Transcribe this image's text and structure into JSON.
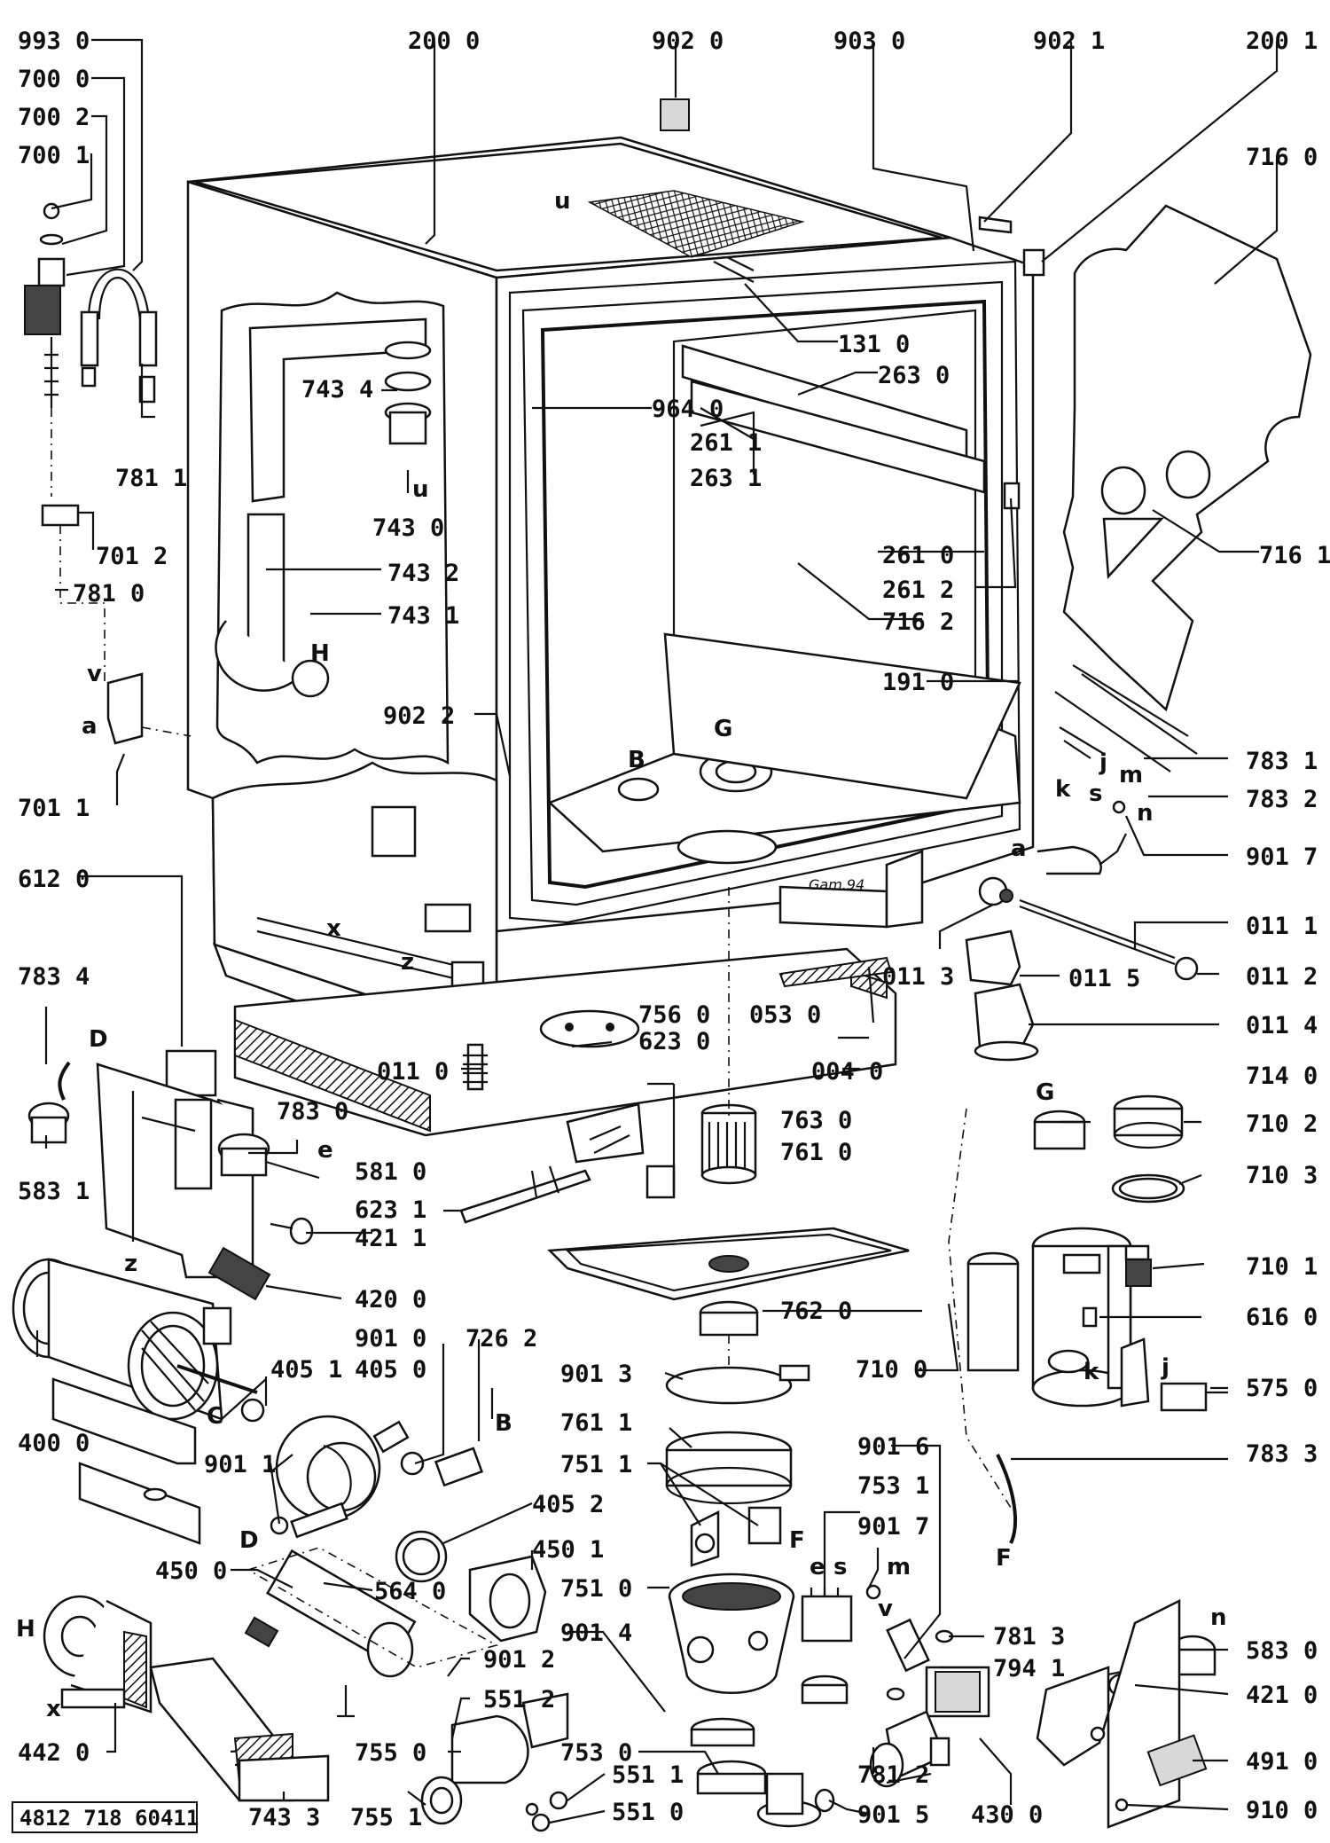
{
  "reference_number": "4812 718 60411",
  "callouts": [
    {
      "id": "c9930",
      "text": "993 0"
    },
    {
      "id": "c7000",
      "text": "700 0"
    },
    {
      "id": "c7002",
      "text": "700 2"
    },
    {
      "id": "c7001",
      "text": "700 1"
    },
    {
      "id": "c2000",
      "text": "200 0"
    },
    {
      "id": "c9020",
      "text": "902 0"
    },
    {
      "id": "c9030",
      "text": "903 0"
    },
    {
      "id": "c9021",
      "text": "902 1"
    },
    {
      "id": "c2001",
      "text": "200 1"
    },
    {
      "id": "c7160",
      "text": "716 0"
    },
    {
      "id": "c7434",
      "text": "743 4"
    },
    {
      "id": "c1310",
      "text": "131 0"
    },
    {
      "id": "c2630",
      "text": "263 0"
    },
    {
      "id": "c9640",
      "text": "964 0"
    },
    {
      "id": "c2611",
      "text": "261 1"
    },
    {
      "id": "c2631",
      "text": "263 1"
    },
    {
      "id": "c7811",
      "text": "781 1"
    },
    {
      "id": "c7430",
      "text": "743 0"
    },
    {
      "id": "c7012",
      "text": "701 2"
    },
    {
      "id": "c7810",
      "text": "781 0"
    },
    {
      "id": "c7432",
      "text": "743 2"
    },
    {
      "id": "c7431",
      "text": "743 1"
    },
    {
      "id": "c2610",
      "text": "261 0"
    },
    {
      "id": "c2612",
      "text": "261 2"
    },
    {
      "id": "c7162",
      "text": "716 2"
    },
    {
      "id": "c7161",
      "text": "716 1"
    },
    {
      "id": "c1910",
      "text": "191 0"
    },
    {
      "id": "c9022",
      "text": "902 2"
    },
    {
      "id": "c7831",
      "text": "783 1"
    },
    {
      "id": "c7832",
      "text": "783 2"
    },
    {
      "id": "c7011",
      "text": "701 1"
    },
    {
      "id": "c9017a",
      "text": "901 7"
    },
    {
      "id": "c6120",
      "text": "612 0"
    },
    {
      "id": "c0111",
      "text": "011 1"
    },
    {
      "id": "c0113",
      "text": "011 3"
    },
    {
      "id": "c0115",
      "text": "011 5"
    },
    {
      "id": "c0112",
      "text": "011 2"
    },
    {
      "id": "c7834",
      "text": "783 4"
    },
    {
      "id": "c7560",
      "text": "756 0"
    },
    {
      "id": "c0530",
      "text": "053 0"
    },
    {
      "id": "c6230",
      "text": "623 0"
    },
    {
      "id": "c0114",
      "text": "011 4"
    },
    {
      "id": "c0110",
      "text": "011 0"
    },
    {
      "id": "c0040",
      "text": "004 0"
    },
    {
      "id": "c7830",
      "text": "783 0"
    },
    {
      "id": "c7140",
      "text": "714 0"
    },
    {
      "id": "c7630",
      "text": "763 0"
    },
    {
      "id": "c7610",
      "text": "761 0"
    },
    {
      "id": "c7102",
      "text": "710 2"
    },
    {
      "id": "c5831",
      "text": "583 1"
    },
    {
      "id": "c5810",
      "text": "581 0"
    },
    {
      "id": "c6231",
      "text": "623 1"
    },
    {
      "id": "c7103",
      "text": "710 3"
    },
    {
      "id": "c4211",
      "text": "421 1"
    },
    {
      "id": "c7101",
      "text": "710 1"
    },
    {
      "id": "c4200",
      "text": "420 0"
    },
    {
      "id": "c7620",
      "text": "762 0"
    },
    {
      "id": "c6160",
      "text": "616 0"
    },
    {
      "id": "c9010",
      "text": "901 0"
    },
    {
      "id": "c7262",
      "text": "726 2"
    },
    {
      "id": "c4051",
      "text": "405 1"
    },
    {
      "id": "c4050",
      "text": "405 0"
    },
    {
      "id": "c9013",
      "text": "901 3"
    },
    {
      "id": "c7100",
      "text": "710 0"
    },
    {
      "id": "c5750",
      "text": "575 0"
    },
    {
      "id": "c4000",
      "text": "400 0"
    },
    {
      "id": "c7611",
      "text": "761 1"
    },
    {
      "id": "c9011",
      "text": "901 1"
    },
    {
      "id": "c7833",
      "text": "783 3"
    },
    {
      "id": "c9016",
      "text": "901 6"
    },
    {
      "id": "c7511",
      "text": "751 1"
    },
    {
      "id": "c7531",
      "text": "753 1"
    },
    {
      "id": "c4052",
      "text": "405 2"
    },
    {
      "id": "c9017b",
      "text": "901 7"
    },
    {
      "id": "c4501",
      "text": "450 1"
    },
    {
      "id": "c4500",
      "text": "450 0"
    },
    {
      "id": "c5640",
      "text": "564 0"
    },
    {
      "id": "c7510",
      "text": "751 0"
    },
    {
      "id": "c9014",
      "text": "901 4"
    },
    {
      "id": "c7813",
      "text": "781 3"
    },
    {
      "id": "c5830",
      "text": "583 0"
    },
    {
      "id": "c9012",
      "text": "901 2"
    },
    {
      "id": "c7941",
      "text": "794 1"
    },
    {
      "id": "c5512",
      "text": "551 2"
    },
    {
      "id": "c4210",
      "text": "421 0"
    },
    {
      "id": "c4420",
      "text": "442 0"
    },
    {
      "id": "c7550",
      "text": "755 0"
    },
    {
      "id": "c7530",
      "text": "753 0"
    },
    {
      "id": "c5511",
      "text": "551 1"
    },
    {
      "id": "c7812",
      "text": "781 2"
    },
    {
      "id": "c4910",
      "text": "491 0"
    },
    {
      "id": "c7433",
      "text": "743 3"
    },
    {
      "id": "c7551",
      "text": "755 1"
    },
    {
      "id": "c5510",
      "text": "551 0"
    },
    {
      "id": "c9015",
      "text": "901 5"
    },
    {
      "id": "c4300",
      "text": "430 0"
    },
    {
      "id": "c9100",
      "text": "910 0"
    }
  ],
  "letters": [
    "u",
    "u",
    "H",
    "a",
    "v",
    "B",
    "G",
    "j",
    "k",
    "s",
    "m",
    "n",
    "a",
    "x",
    "z",
    "D",
    "e",
    "z",
    "C",
    "B",
    "G",
    "k",
    "j",
    "D",
    "F",
    "F",
    "e",
    "s",
    "m",
    "v",
    "H",
    "x",
    "n"
  ],
  "date_mark": "Gam.94"
}
